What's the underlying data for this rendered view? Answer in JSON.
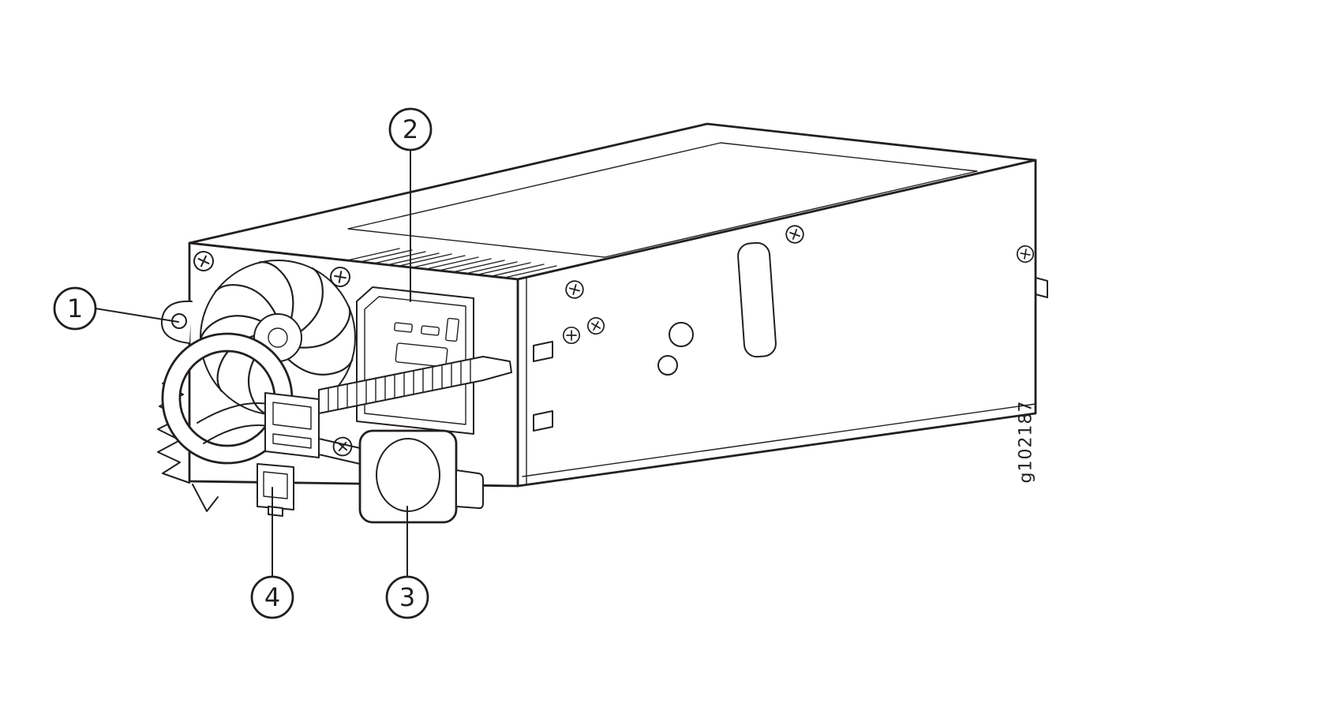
{
  "figure": {
    "code": "g102187",
    "background_color": "#ffffff",
    "line_color": "#231f20"
  },
  "callouts": {
    "c1": "1",
    "c2": "2",
    "c3": "3",
    "c4": "4"
  }
}
